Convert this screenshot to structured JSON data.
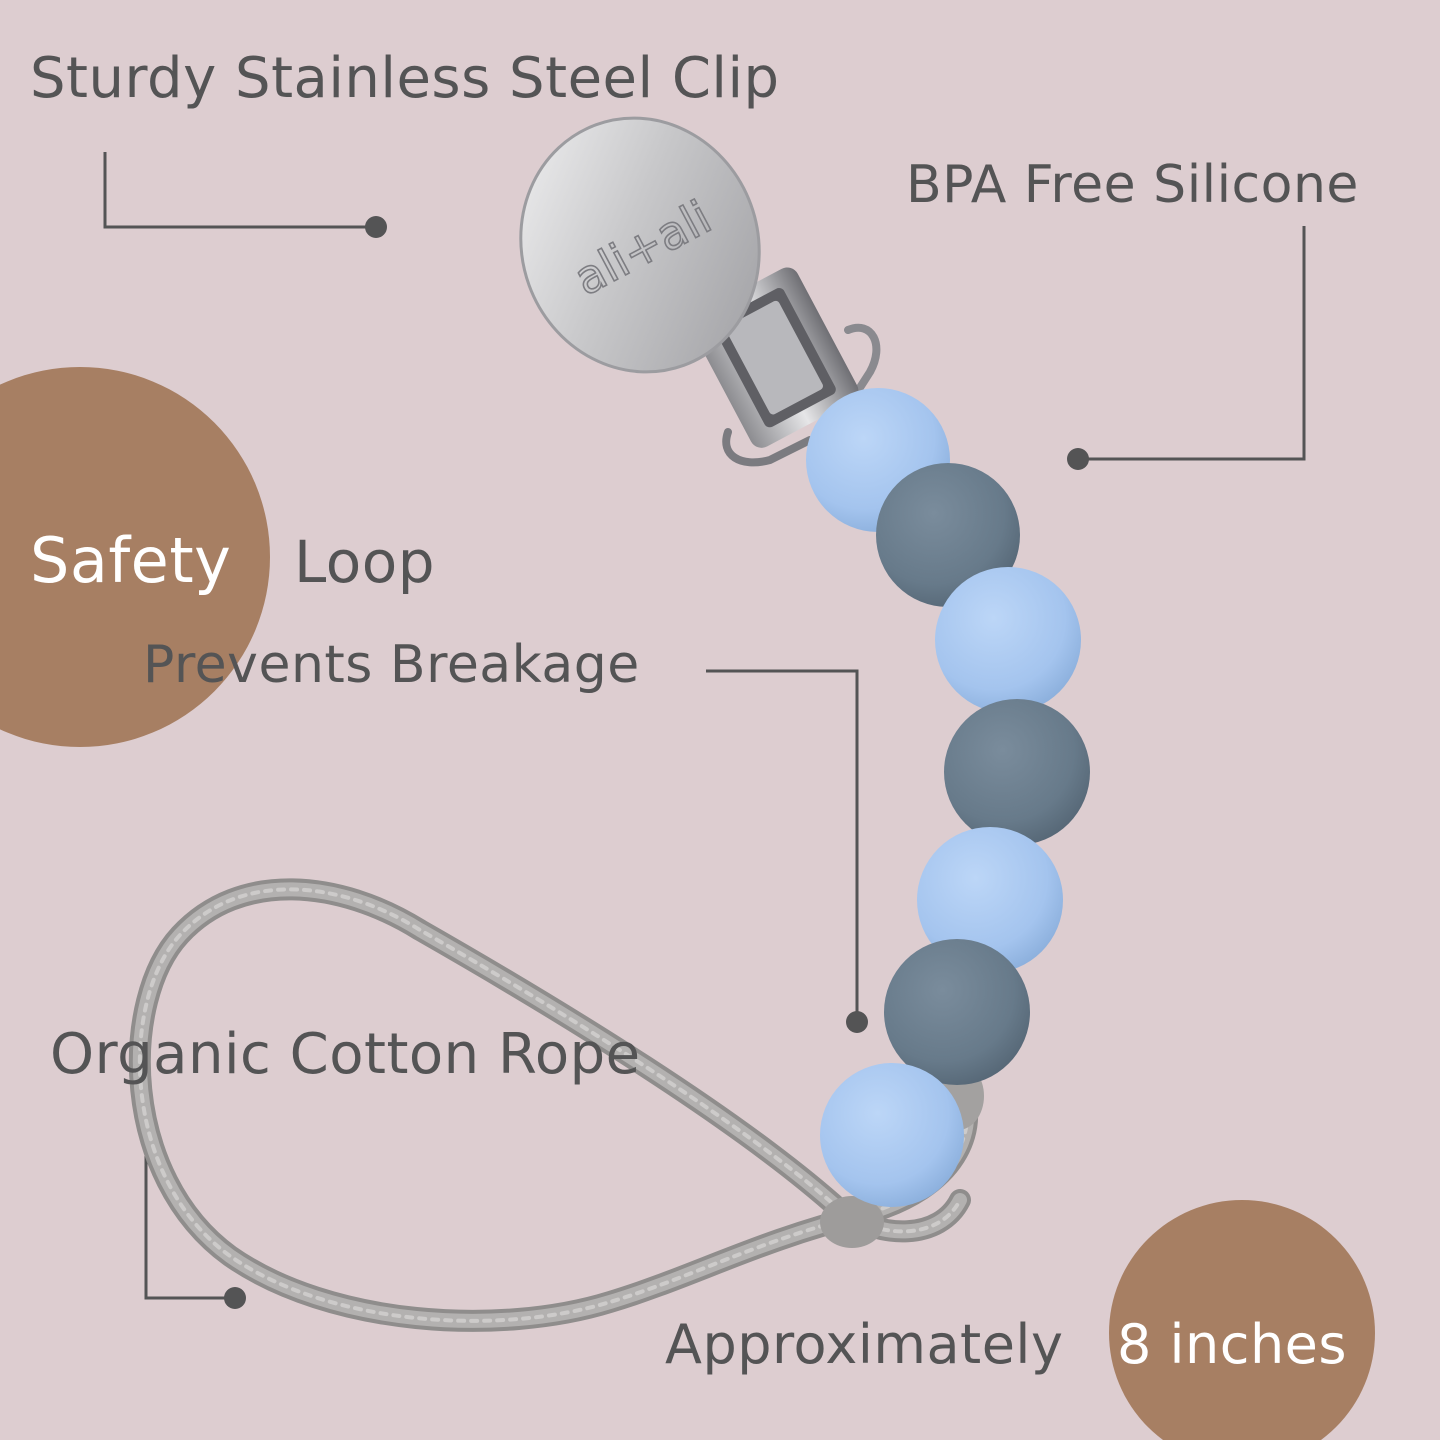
{
  "colors": {
    "background": "#ddcdd0",
    "circle": "#a77f63",
    "text": "#545455",
    "light_bead": "#a6c6ef",
    "dark_bead": "#6a7c8c",
    "rope": "#a9a7a6",
    "metal": "#c9c9cb"
  },
  "clip": {
    "engraving": "ali+ali"
  },
  "callouts": {
    "clip": "Sturdy Stainless Steel Clip",
    "silicone": "BPA Free Silicone",
    "safety_word": "Safety",
    "loop_word": "Loop",
    "breakage": "Prevents Breakage",
    "rope": "Organic Cotton Rope",
    "length_prefix": "Approximately",
    "length_value": "8 inches"
  },
  "icons": [
    "dot-marker-icon"
  ]
}
